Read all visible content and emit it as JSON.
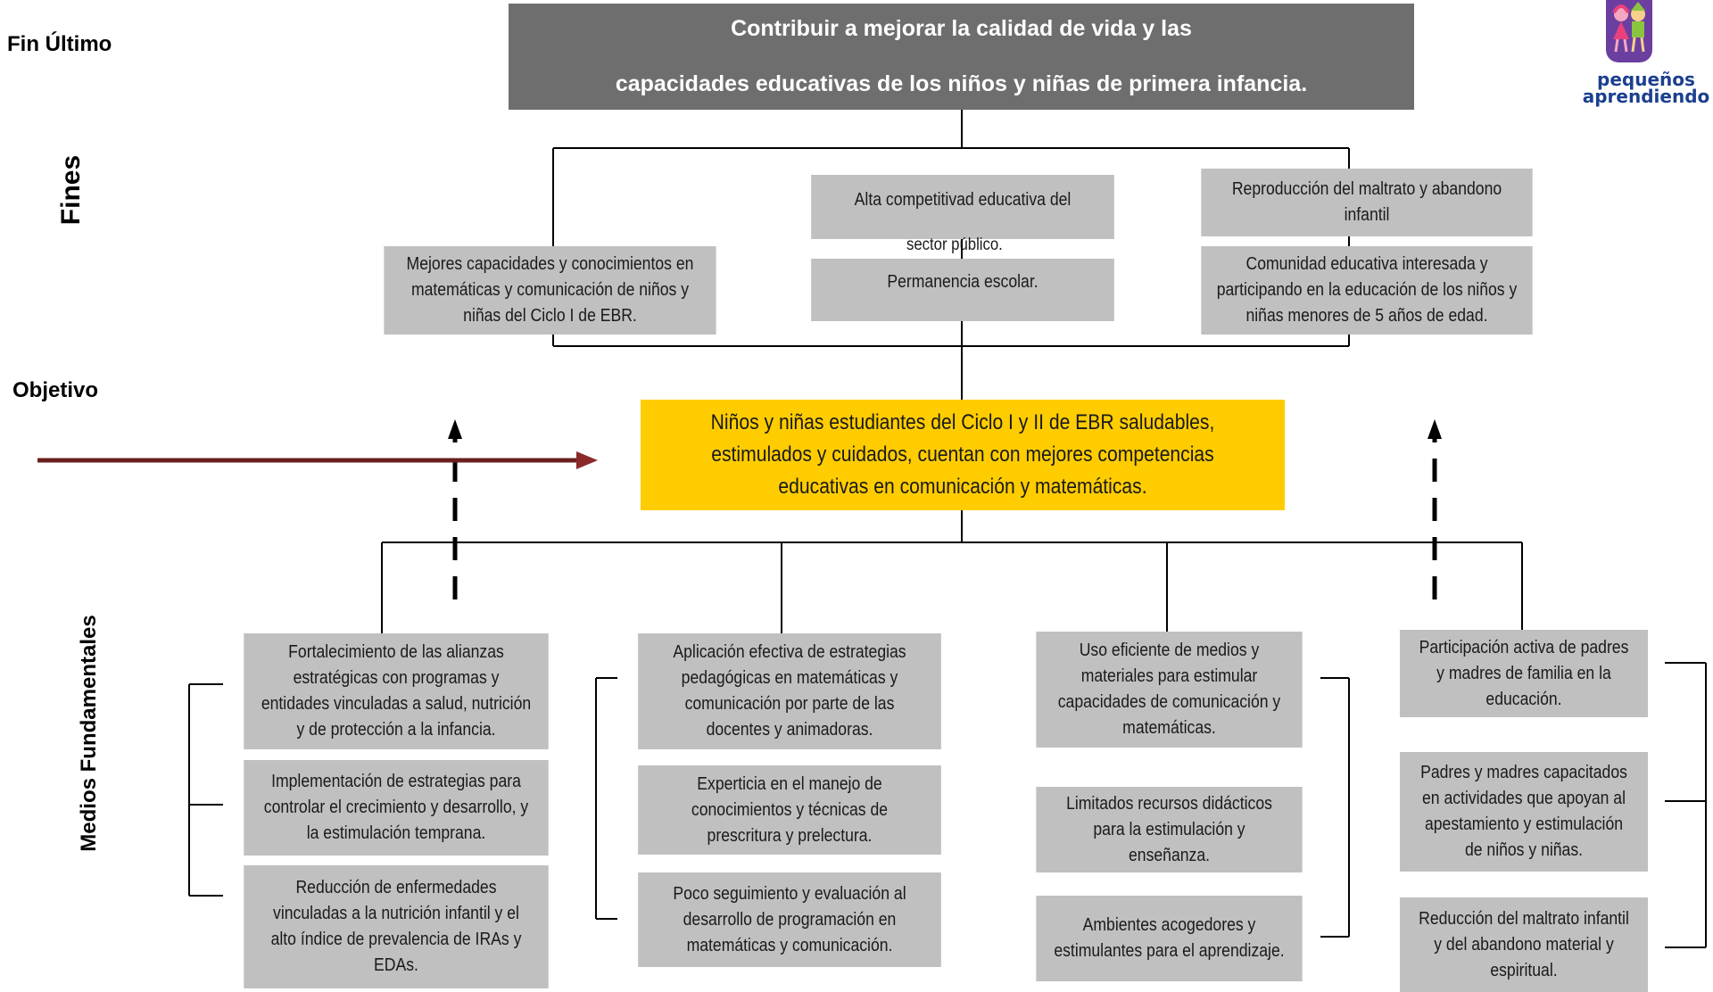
{
  "labels": {
    "fin_ultimo": "Fin Último",
    "fines": "Fines",
    "objetivo": "Objetivo",
    "medios": "Medios Fundamentales"
  },
  "fin_ultimo": {
    "line1": "Contribuir a mejorar la calidad de vida y las",
    "line2": "capacidades educativas de los niños y niñas de primera infancia."
  },
  "logo": {
    "line1": "pequeños",
    "line2": "aprendiendo"
  },
  "fines": {
    "left": [
      "Mejores capacidades y conocimientos en",
      "matemáticas y comunicación de niños y",
      "niñas del Ciclo I de EBR."
    ],
    "center_top": [
      "Alta competitivad educativa del"
    ],
    "center_overflow": "sector público.",
    "center_bottom": [
      "Permanencia escolar."
    ],
    "right_top": [
      "Reproducción del maltrato y abandono",
      "infantil"
    ],
    "right_bottom": [
      "Comunidad educativa interesada y",
      "participando en la educación de los niños y",
      "niñas menores de 5 años de edad."
    ]
  },
  "objetivo": {
    "lines": [
      "Niños y niñas estudiantes del Ciclo I y II de EBR saludables,",
      "estimulados y cuidados, cuentan con mejores competencias",
      "educativas en comunicación y matemáticas."
    ]
  },
  "medios": {
    "col1": [
      [
        "Fortalecimiento de las alianzas",
        "estratégicas con programas y",
        "entidades vinculadas a salud, nutrición",
        "y de protección a la infancia."
      ],
      [
        "Implementación de estrategias para",
        "controlar el crecimiento y desarrollo,  y",
        "la estimulación temprana."
      ],
      [
        "Reducción de enfermedades",
        "vinculadas a la nutrición infantil y el",
        "alto índice de prevalencia de IRAs y",
        "EDAs."
      ]
    ],
    "col2": [
      [
        "Aplicación efectiva de estrategias",
        "pedagógicas en matemáticas y",
        "comunicación por parte de las",
        "docentes y animadoras."
      ],
      [
        "Experticia en el manejo de",
        "conocimientos y técnicas de",
        "prescritura y prelectura."
      ],
      [
        "Poco seguimiento y evaluación al",
        "desarrollo de programación en",
        "matemáticas y comunicación."
      ]
    ],
    "col3": [
      [
        "Uso eficiente de medios y",
        "materiales para estimular",
        "capacidades de comunicación y",
        "matemáticas."
      ],
      [
        "Limitados recursos didácticos",
        "para la estimulación y",
        "enseñanza."
      ],
      [
        "Ambientes acogedores y",
        "estimulantes para el aprendizaje."
      ]
    ],
    "col4": [
      [
        "Participación activa de padres",
        "y madres de familia en la",
        "educación."
      ],
      [
        "Padres y madres capacitados",
        "en actividades que apoyan al",
        "apestamiento y estimulación",
        "de niños y niñas."
      ],
      [
        "Reducción del maltrato infantil",
        "y del abandono material y",
        "espiritual."
      ]
    ]
  },
  "colors": {
    "title_bg": "#6e6e6e",
    "box_bg": "#c0c0c0",
    "objective_bg": "#ffcc00",
    "arrow": "#6b1f1f",
    "logo_text": "#1c3f8f"
  }
}
